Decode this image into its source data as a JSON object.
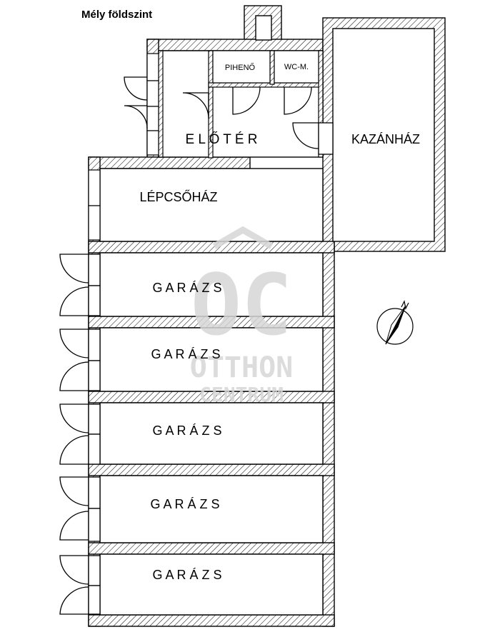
{
  "plan": {
    "title": "Mély földszint",
    "rooms": {
      "eloter": "E L Ő T É R",
      "kazanhaz": "KAZÁNHÁZ",
      "pihenő": "PIHENŐ",
      "wc": "WC-M.",
      "lepcsohaz": "LÉPCSŐHÁZ"
    },
    "garages": [
      "G A R Á Z S",
      "G A R Á Z S",
      "G A R Á Z S",
      "G A R Á Z S",
      "G A R Á Z S"
    ]
  },
  "watermark": {
    "logo": "OC",
    "line1": "OTTHON",
    "line2": "CENTRUM"
  },
  "colors": {
    "wall": "#000000",
    "hatch": "#000000",
    "watermark": "#d6d6d6"
  },
  "icons": {
    "compass": "north-arrow-icon"
  }
}
